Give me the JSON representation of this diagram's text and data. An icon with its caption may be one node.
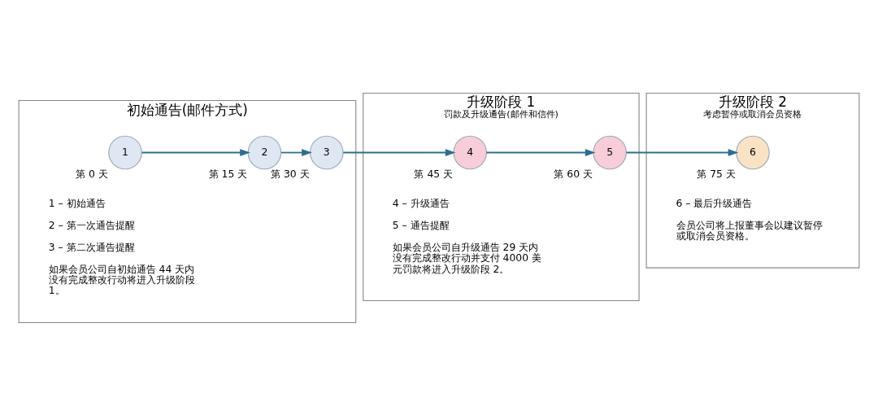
{
  "diagram": {
    "nodes": [
      {
        "text": [
          "初始通告(邮件方式)"
        ]
      },
      {
        "text": [
          "1"
        ],
        "in": 0,
        "beside": [
          "第 0 天"
        ]
      },
      {
        "text": [
          "2"
        ],
        "in": 0,
        "beside": [
          "第 15 天"
        ]
      },
      {
        "text": [
          "3"
        ],
        "in": 0,
        "beside": [
          "第 30 天"
        ]
      },
      {
        "text": [
          "升级阶段 1",
          "罚款及升级通告(邮件和信件)"
        ]
      },
      {
        "text": [
          "4"
        ],
        "in": 4,
        "beside": [
          "第 45 天"
        ]
      },
      {
        "text": [
          "5"
        ],
        "in": 4,
        "beside": [
          "第 60 天"
        ]
      },
      {
        "text": [
          "升级阶段 2",
          "考虑暂停或取消会员资格"
        ]
      },
      {
        "text": [
          "6"
        ],
        "in": 7,
        "beside": [
          "第 75 天"
        ]
      }
    ],
    "edges": [
      {
        "from": 1,
        "to": 2,
        "arrow": "to"
      },
      {
        "from": 2,
        "to": 3,
        "arrow": "to"
      },
      {
        "from": 3,
        "to": 5,
        "arrow": "to"
      },
      {
        "from": 5,
        "to": 6,
        "arrow": "to"
      },
      {
        "from": 6,
        "to": 8,
        "arrow": "to"
      }
    ],
    "labels": [
      "1 – 初始通告",
      "2 – 第一次通告提醒",
      "3 – 第二次通告提醒",
      "如果会员公司自初始通告 44 天内没有完成整改行动将进入升级阶段 1。",
      "4 – 升级通告",
      "5 – 通告提醒",
      "如果会员公司自升级通告 29 天内没有完成整改行动并支付 4000 美元罚款将进入升级阶段 2。",
      "6 – 最后升级通告",
      "会员公司将上报董事会以建议暂停或取消会员资格。"
    ]
  }
}
